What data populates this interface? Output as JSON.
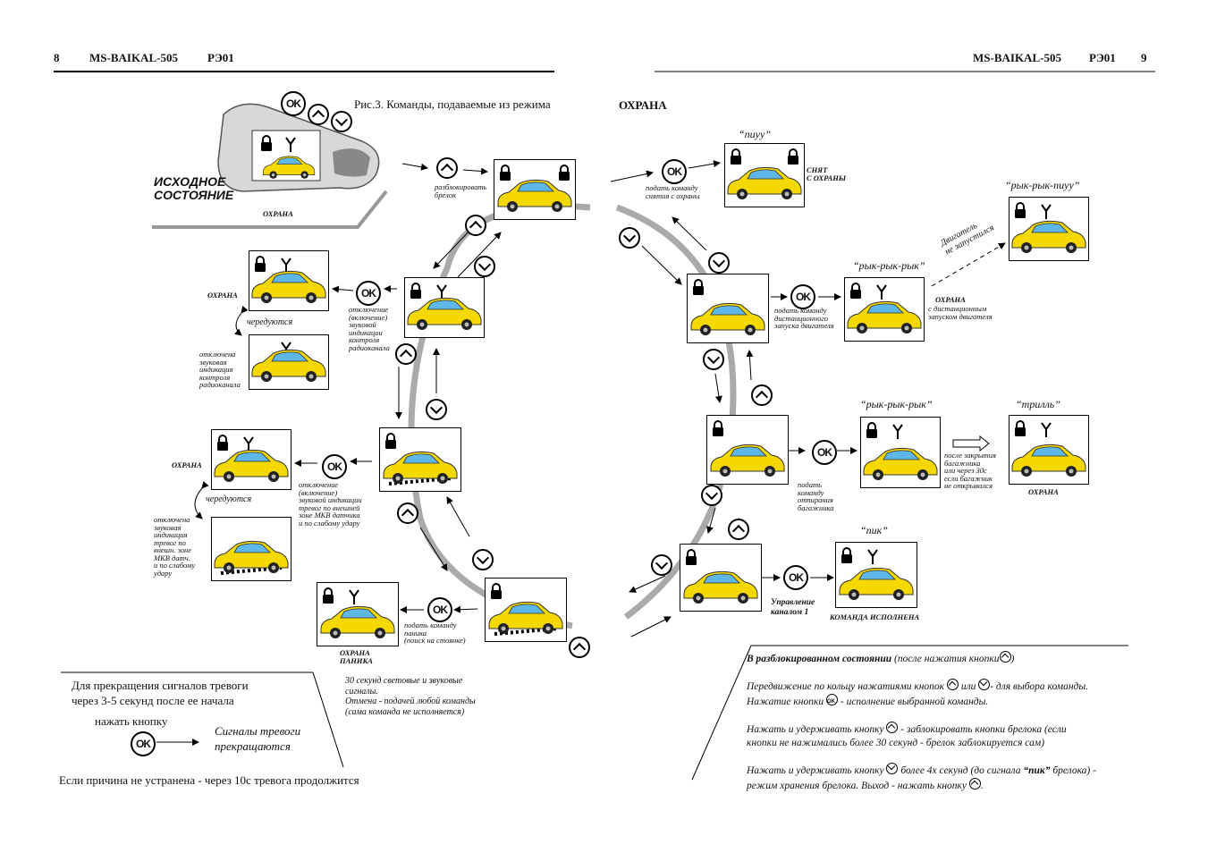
{
  "header": {
    "left_page_num": "8",
    "left_title": "MS-BAIKAL-505",
    "left_code": "РЭ01",
    "right_title": "MS-BAIKAL-505",
    "right_code": "РЭ01",
    "right_page_num": "9"
  },
  "figure": {
    "caption": "Рис.3. Команды, подаваемые из режима",
    "caption_mode": "ОХРАНА",
    "initial_state_line1": "ИСХОДНОЕ",
    "initial_state_line2": "СОСТОЯНИЕ",
    "initial_mode": "ОХРАНА"
  },
  "buttons": {
    "ok": "OK"
  },
  "left": {
    "unlock_label": [
      "разблокировать",
      "брелок"
    ],
    "guard_1": "ОХРАНА",
    "alternate_1": "чередуются",
    "radio_toggle": [
      "отключение",
      "(включение)",
      "звуковой",
      "индикации",
      "контроля",
      "радиоканала"
    ],
    "radio_off": [
      "отключена",
      "звуковая",
      "индикация",
      "контроля",
      "радиоканала"
    ],
    "guard_2": "ОХРАНА",
    "alternate_2": "чередуются",
    "shock_toggle": [
      "отключение",
      "(включение)",
      "звуковой индикации",
      "тревог по внешней",
      "зоне МКВ датчика",
      "и по слабому удару"
    ],
    "shock_off": [
      "отключена",
      "звуковая",
      "индикация",
      "тревог по",
      "внешн. зоне",
      "МКВ датч.",
      "и по слабому",
      "удару"
    ],
    "panic_cmd": [
      "подать команду",
      "паника",
      "(поиск на стоянке)"
    ],
    "panic_mode_1": "ОХРАНА",
    "panic_mode_2": "ПАНИКА",
    "panic_note": [
      "30 секунд световые и звуковые",
      "сигналы.",
      "Отмена - подачей любой команды",
      "(сама команда не исполняется)"
    ]
  },
  "alarm_box": {
    "line1": "Для прекращения сигналов тревоги",
    "line2": "через 3-5 секунд после ее начала",
    "press": "нажать кнопку",
    "result1": "Сигналы тревоги",
    "result2": "прекращаются",
    "footer": "Если причина не устранена - через 10с тревога продолжится"
  },
  "right": {
    "disarm_sound": "“пиуу”",
    "disarm_cmd": [
      "подать команду",
      "снятия с охраны"
    ],
    "disarm_result": [
      "СНЯТ",
      "С ОХРАНЫ"
    ],
    "start_sound": "“рык-рык-рык”",
    "fail_sound": "“рык-рык-пиуу”",
    "engine_fail": [
      "Двигатель",
      "не запустился"
    ],
    "start_cmd": [
      "подать команду",
      "дистанционного",
      "запуска двигателя"
    ],
    "start_result_1": "ОХРАНА",
    "start_result_2": [
      "с дистанционным",
      "запуском двигателя"
    ],
    "trunk_sound": "“рык-рык-рык”",
    "trill_sound": "“трилль”",
    "trunk_cmd": [
      "подать",
      "команду",
      "отпирания",
      "багажника"
    ],
    "trunk_note": [
      "после закрытия",
      "багажника",
      "или через 30с",
      "если багажник",
      "не открывался"
    ],
    "trunk_result": "ОХРАНА",
    "pik_sound": "“пик”",
    "ch1_label": [
      "Управление",
      "каналом 1"
    ],
    "ch1_result": "КОМАНДА ИСПОЛНЕНА"
  },
  "notes": {
    "unlocked_bold": "В разблокированном состоянии",
    "unlocked_rest": "(после нажатия кнопки",
    "unlocked_end": ")",
    "p1a": "Передвижение по кольцу нажатиями кнопок",
    "p1b": "или",
    "p1c": "- для выбора команды.",
    "p1d": "Нажатие кнопки",
    "p1e": "- исполнение выбранной команды.",
    "p2a": "Нажать  и удерживать кнопку",
    "p2b": "- заблокировать кнопки брелока (если",
    "p2c": "кнопки не нажимались более 30 секунд - брелок заблокируется сам)",
    "p3a": "Нажать и удерживать кнопку",
    "p3b": "более 4х секунд (до сигнала",
    "p3c": "“пик”",
    "p3d": "брелока) -",
    "p3e": "режим хранения брелока. Выход - нажать кнопку"
  }
}
